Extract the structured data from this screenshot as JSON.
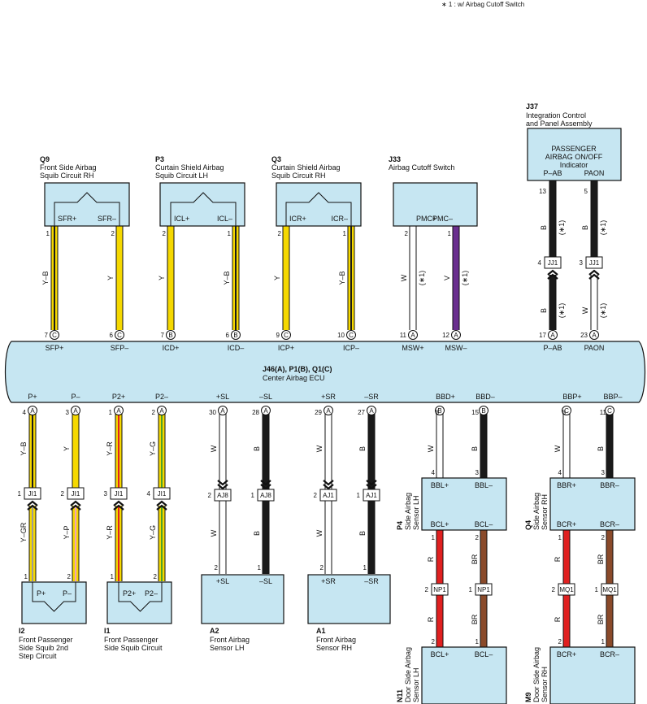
{
  "note": "∗ 1 : w/ Airbag Cutoff Switch",
  "ecu": {
    "title": "J46(A), P1(B), Q1(C)",
    "subtitle": "Center Airbag ECU",
    "top_pins": [
      {
        "label": "SFP+",
        "num": "7",
        "conn": "C"
      },
      {
        "label": "SFP–",
        "num": "6",
        "conn": "C"
      },
      {
        "label": "ICD+",
        "num": "7",
        "conn": "B"
      },
      {
        "label": "ICD–",
        "num": "6",
        "conn": "B"
      },
      {
        "label": "ICP+",
        "num": "9",
        "conn": "C"
      },
      {
        "label": "ICP–",
        "num": "10",
        "conn": "C"
      },
      {
        "label": "MSW+",
        "num": "11",
        "conn": "A"
      },
      {
        "label": "MSW–",
        "num": "12",
        "conn": "A"
      },
      {
        "label": "P–AB",
        "num": "17",
        "conn": "A"
      },
      {
        "label": "PAON",
        "num": "23",
        "conn": "A"
      }
    ],
    "bottom_pins": [
      {
        "label": "P+",
        "num": "4",
        "conn": "A"
      },
      {
        "label": "P–",
        "num": "3",
        "conn": "A"
      },
      {
        "label": "P2+",
        "num": "1",
        "conn": "A"
      },
      {
        "label": "P2–",
        "num": "2",
        "conn": "A"
      },
      {
        "label": "+SL",
        "num": "30",
        "conn": "A"
      },
      {
        "label": "–SL",
        "num": "28",
        "conn": "A"
      },
      {
        "label": "+SR",
        "num": "29",
        "conn": "A"
      },
      {
        "label": "–SR",
        "num": "27",
        "conn": "A"
      },
      {
        "label": "BBD+",
        "num": "8",
        "conn": "B"
      },
      {
        "label": "BBD–",
        "num": "15",
        "conn": "B"
      },
      {
        "label": "BBP+",
        "num": "8",
        "conn": "C"
      },
      {
        "label": "BBP–",
        "num": "11",
        "conn": "C"
      }
    ]
  },
  "top_components": [
    {
      "code": "Q9",
      "name1": "Front Side Airbag",
      "name2": "Squib Circuit RH",
      "pins": [
        "SFR+",
        "SFR–"
      ],
      "pin_nums": [
        "1",
        "2"
      ],
      "wires": [
        "Y–B",
        "Y"
      ]
    },
    {
      "code": "P3",
      "name1": "Curtain Shield Airbag",
      "name2": "Squib Circuit LH",
      "pins": [
        "ICL+",
        "ICL–"
      ],
      "pin_nums": [
        "2",
        "1"
      ],
      "wires": [
        "Y",
        "Y–B"
      ]
    },
    {
      "code": "Q3",
      "name1": "Curtain Shield Airbag",
      "name2": "Squib Circuit RH",
      "pins": [
        "ICR+",
        "ICR–"
      ],
      "pin_nums": [
        "2",
        "1"
      ],
      "wires": [
        "Y",
        "Y–B"
      ]
    },
    {
      "code": "J33",
      "name1": "Airbag Cutoff Switch",
      "name2": "",
      "pins": [
        "PMC+",
        "PMC–"
      ],
      "pin_nums": [
        "2",
        "1"
      ],
      "wires": [
        "W",
        "V"
      ],
      "notes": [
        "(∗1)",
        "(∗1)"
      ]
    }
  ],
  "j37": {
    "code": "J37",
    "name1": "Integration Control",
    "name2": "and Panel Assembly",
    "ind1": "PASSENGER",
    "ind2": "AIRBAG ON/OFF",
    "ind3": "Indicator",
    "pins": [
      "P–AB",
      "PAON"
    ],
    "pin_nums": [
      "13",
      "5"
    ],
    "wires_upper": [
      "B",
      "B"
    ],
    "wires_lower": [
      "B",
      "W"
    ],
    "notes": [
      "(∗1)",
      "(∗1)"
    ],
    "junction": "JJ1",
    "junction_pins": [
      "4",
      "3"
    ]
  },
  "bottom_squibs": [
    {
      "code": "I2",
      "name1": "Front Passenger",
      "name2": "Side Squib 2nd",
      "name3": "Step Circuit",
      "pins": [
        "P+",
        "P–"
      ],
      "pin_nums": [
        "1",
        "2"
      ]
    },
    {
      "code": "I1",
      "name1": "Front Passenger",
      "name2": "Side Squib Circuit",
      "name3": "",
      "pins": [
        "P2+",
        "P2–"
      ],
      "pin_nums": [
        "1",
        "2"
      ]
    }
  ],
  "left_wires": {
    "upper": [
      "Y–B",
      "Y",
      "Y–R",
      "Y–G"
    ],
    "lower": [
      "Y–GR",
      "Y–P",
      "Y–R",
      "Y–G"
    ],
    "junction": "JI1",
    "junction_pins": [
      "1",
      "2",
      "3",
      "4"
    ]
  },
  "front_sensors": [
    {
      "code": "A2",
      "name1": "Front Airbag",
      "name2": "Sensor LH",
      "pins": [
        "+SL",
        "–SL"
      ],
      "pin_nums": [
        "2",
        "1"
      ],
      "junction": "AJ8",
      "junction_pins": [
        "2",
        "1"
      ],
      "wires": [
        "W",
        "B"
      ]
    },
    {
      "code": "A1",
      "name1": "Front Airbag",
      "name2": "Sensor RH",
      "pins": [
        "+SR",
        "–SR"
      ],
      "pin_nums": [
        "2",
        "1"
      ],
      "junction": "AJ1",
      "junction_pins": [
        "2",
        "1"
      ],
      "wires": [
        "W",
        "B"
      ]
    }
  ],
  "side_sensors": [
    {
      "code": "P4",
      "name1": "Side Airbag",
      "name2": "Sensor LH",
      "top_pins": [
        "BBL+",
        "BBL–"
      ],
      "top_nums": [
        "4",
        "3"
      ],
      "bot_pins": [
        "BCL+",
        "BCL–"
      ],
      "bot_nums": [
        "1",
        "2"
      ],
      "wires_upper": [
        "W",
        "B"
      ],
      "wires_mid": [
        "R",
        "BR"
      ],
      "junction": "NP1",
      "junction_pins": [
        "2",
        "1"
      ]
    },
    {
      "code": "Q4",
      "name1": "Side Airbag",
      "name2": "Sensor RH",
      "top_pins": [
        "BBR+",
        "BBR–"
      ],
      "top_nums": [
        "4",
        "3"
      ],
      "bot_pins": [
        "BCR+",
        "BCR–"
      ],
      "bot_nums": [
        "1",
        "2"
      ],
      "wires_upper": [
        "W",
        "B"
      ],
      "wires_mid": [
        "R",
        "BR"
      ],
      "junction": "MQ1",
      "junction_pins": [
        "2",
        "1"
      ]
    }
  ],
  "door_sensors": [
    {
      "code": "N11",
      "name1": "Door Side Airbag",
      "name2": "Sensor LH",
      "pins": [
        "BCL+",
        "BCL–"
      ],
      "pin_nums": [
        "2",
        "1"
      ],
      "wires": [
        "R",
        "BR"
      ]
    },
    {
      "code": "M9",
      "name1": "Door Side Airbag",
      "name2": "Sensor RH",
      "pins": [
        "BCR+",
        "BCR–"
      ],
      "pin_nums": [
        "2",
        "1"
      ],
      "wires": [
        "R",
        "BR"
      ]
    }
  ],
  "colors": {
    "box_fill": "#c6e6f2",
    "yellow": "#f5d800",
    "black": "#1a1a1a",
    "purple": "#6a2f8f",
    "red": "#e02020",
    "brown": "#8a4a2a",
    "white_wire": "#ffffff",
    "green": "#4aa02c",
    "pink": "#f2a0b8",
    "gray": "#9a9a9a"
  }
}
